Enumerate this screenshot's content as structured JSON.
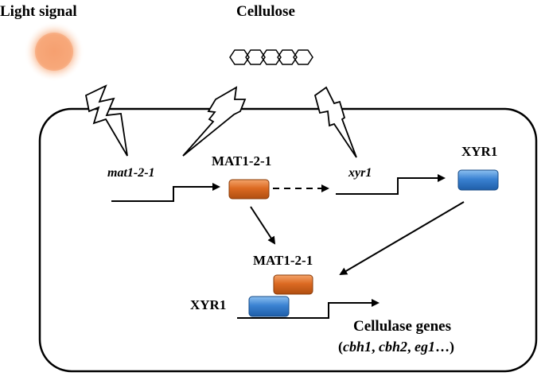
{
  "labels": {
    "light_signal": "Light signal",
    "cellulose": "Cellulose",
    "mat1_gene": "mat1-2-1",
    "mat1_protein": "MAT1-2-1",
    "xyr1_gene": "xyr1",
    "xyr1_protein": "XYR1",
    "mat1_protein_bound": "MAT1-2-1",
    "xyr1_protein_bound": "XYR1",
    "cellulase_genes": "Cellulase genes",
    "cellulase_paren_open": "(",
    "cbh1": "cbh1",
    "comma1": ", ",
    "cbh2": "cbh2",
    "comma2": ", ",
    "eg1": "eg1",
    "ellipsis_close": "…)"
  },
  "colors": {
    "mat1_box": "#d2601a",
    "mat1_box_light": "#f2a066",
    "xyr1_box": "#2f78c8",
    "xyr1_box_light": "#7fb6ee",
    "sun_core": "#f7a97a",
    "sun_glow": "#fde3d2",
    "cell_outline": "#000000"
  },
  "icons": {
    "signal": "lightning-bolt-icon",
    "cellulose": "hexagon-chain-icon",
    "light": "sun-icon"
  }
}
